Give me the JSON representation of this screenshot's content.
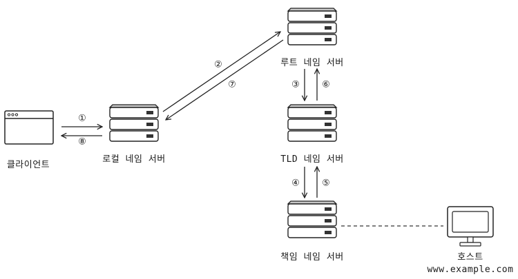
{
  "nodes": {
    "client": "클라이언트",
    "local": "로컬 네임 서버",
    "root": "루트 네임 서버",
    "tld": "TLD 네임 서버",
    "auth": "책임 네임 서버",
    "host": "호스트",
    "host_domain": "www.example.com"
  },
  "steps": [
    "①",
    "②",
    "③",
    "④",
    "⑤",
    "⑥",
    "⑦",
    "⑧"
  ]
}
